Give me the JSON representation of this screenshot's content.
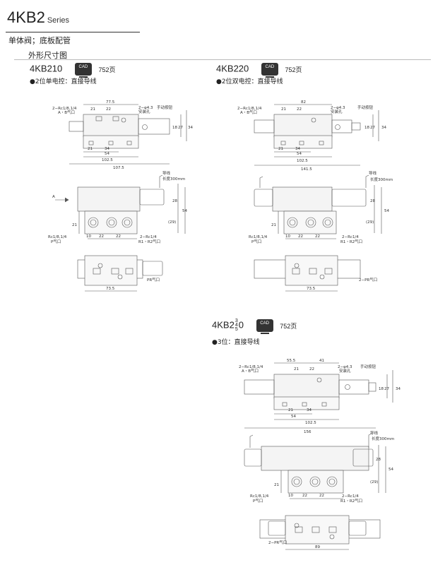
{
  "header": {
    "series_model": "4KB2",
    "series_word": "Series",
    "subtitle": "单体阀；底板配管",
    "section": "外形尺寸图"
  },
  "models": [
    {
      "name": "4KB210",
      "cad": "CAD",
      "page": "752页",
      "desc": "●2位单电控：直接导线"
    },
    {
      "name": "4KB220",
      "cad": "CAD",
      "page": "752页",
      "desc": "●2位双电控：直接导线"
    },
    {
      "name_prefix": "4KB2",
      "name_top": "3",
      "name_mid": "4",
      "name_bot": "5",
      "name_suffix": "0",
      "cad": "CAD",
      "page": "752页",
      "desc": "●3位：直接导线"
    }
  ],
  "labels": {
    "ab_port": "2−Rc1/8,1/4",
    "ab_port_sub": "A・B气口",
    "hole": "2−φ4.3",
    "hole_sub": "安装孔",
    "manual": "手动按钮",
    "wire": "导线",
    "wire_len": "长度300mm",
    "p_port": "Rc1/8,1/4",
    "p_port_sub": "P气口",
    "r_port": "2−Rc1/4",
    "r_port_sub": "R1・R2气口",
    "pr_port": "PR气口",
    "pr_port_2": "2−PR气口",
    "arrow": "A"
  },
  "dims": {
    "d77_5": "77.5",
    "d82": "82",
    "d55_5": "55.5",
    "d41": "41",
    "d21": "21",
    "d22": "22",
    "d34": "34",
    "d54": "54",
    "d102_5": "102.5",
    "d107_5": "107.5",
    "d141_5": "141.5",
    "d156": "156",
    "d18": "18",
    "d27": "27",
    "d28": "28",
    "d29p": "(29)",
    "d10": "10",
    "d73_5": "73.5",
    "d89": "89"
  }
}
